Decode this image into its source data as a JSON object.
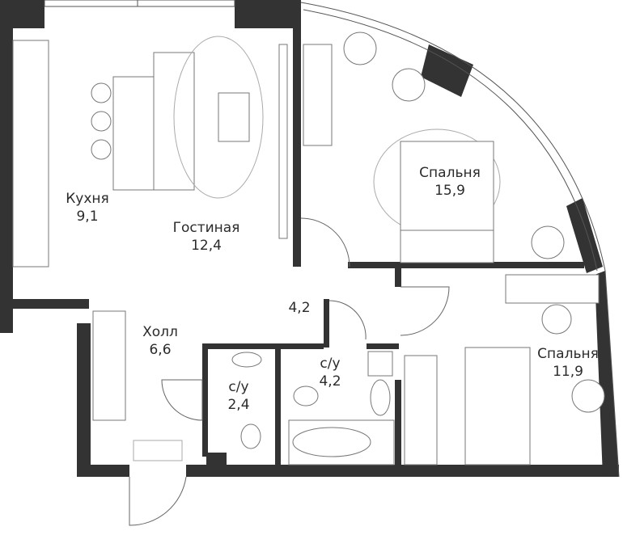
{
  "colors": {
    "wall": "#333333",
    "line": "#777777",
    "background": "#ffffff"
  },
  "rooms": [
    {
      "id": "kitchen",
      "name": "Кухня",
      "area": "9,1"
    },
    {
      "id": "living",
      "name": "Гостиная",
      "area": "12,4"
    },
    {
      "id": "bedroom1",
      "name": "Спальня",
      "area": "15,9"
    },
    {
      "id": "corridor",
      "name": "",
      "area": "4,2"
    },
    {
      "id": "hall",
      "name": "Холл",
      "area": "6,6"
    },
    {
      "id": "bath-small",
      "name": "с/у",
      "area": "2,4"
    },
    {
      "id": "bath-large",
      "name": "с/у",
      "area": "4,2"
    },
    {
      "id": "bedroom2",
      "name": "Спальня",
      "area": "11,9"
    }
  ]
}
